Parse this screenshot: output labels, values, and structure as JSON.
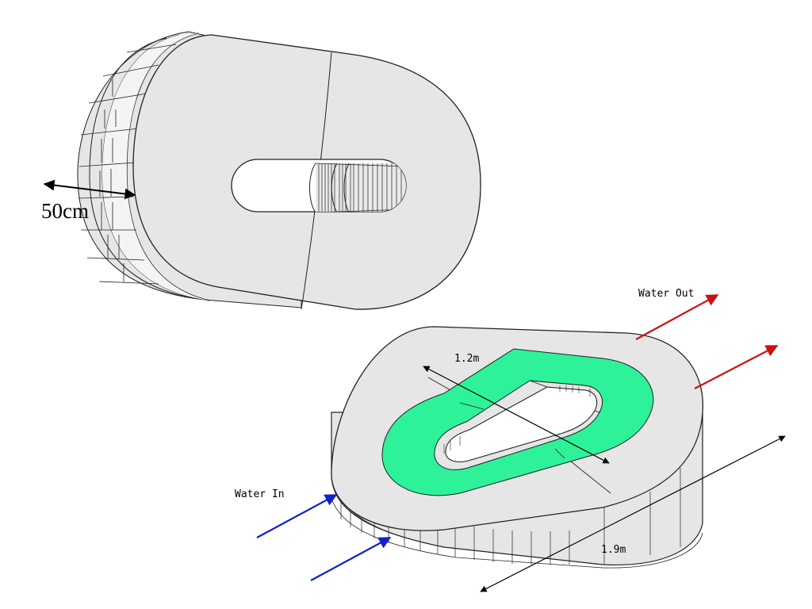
{
  "labels": {
    "left_dimension": "50cm",
    "water_out": "Water Out",
    "water_in": "Water In",
    "width_dimension": "1.2m",
    "length_dimension": "1.9m"
  },
  "colors": {
    "face": "#e6e6e6",
    "face_light": "#f2f2f2",
    "coil": "#2ef29a",
    "outlet_arrow": "#cc1111",
    "inlet_arrow": "#1122cc",
    "edge": "#222222"
  }
}
